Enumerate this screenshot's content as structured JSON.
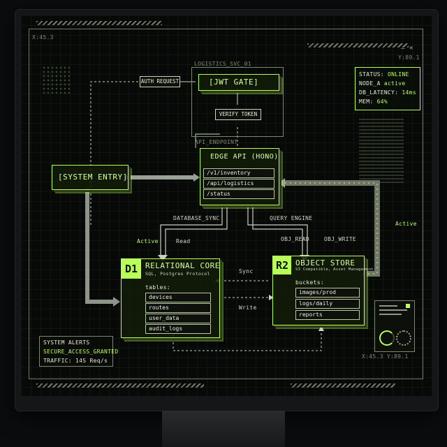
{
  "coords": {
    "top_left": "X:45.3",
    "top_right": "Y:89.1",
    "bottom_right": "X:45.3   Y:89.1"
  },
  "status_panel": {
    "status_label": "STATUS:",
    "status_value": "ONLINE",
    "node_label": "NODE_A",
    "node_value": "active",
    "db_label": "DB_LATENCY:",
    "db_value": "14ms",
    "mem_label": "MEM:",
    "mem_value": "64%"
  },
  "logistics": {
    "label": "LOGISTICS_SVC_01",
    "auth_request": "AUTH REQUEST",
    "jwt_gate": "[JWT GATE]",
    "verify_token": "VERIFY TOKEN"
  },
  "system_entry": "[SYSTEM ENTRY]",
  "edge": {
    "endpoint_label": "API_ENDPOINT",
    "title": "EDGE API (HONO)",
    "routes": [
      "/v1/inventory",
      "/api/logistics",
      "/status"
    ]
  },
  "links": {
    "database_sync": "DATABASE_SYNC",
    "query_engine": "QUERY ENGINE",
    "active_left": "Active",
    "read": "Read",
    "obj_read": "OBJ_READ",
    "obj_write": "OBJ_WRITE",
    "active_right": "Active",
    "sync": "Sync",
    "write": "Write"
  },
  "d1": {
    "badge": "D1",
    "title": "RELATIONAL CORE",
    "subtitle": "SQL, Postgres Protocol",
    "tables_label": "tables:",
    "tables": [
      "devices",
      "routes",
      "user_data",
      "audit_logs"
    ]
  },
  "r2": {
    "badge": "R2",
    "title": "OBJECT STORE",
    "subtitle": "S3 Compatible, Asset Management",
    "buckets_label": "buckets:",
    "buckets": [
      "images/prod",
      "logs/daily",
      "reports"
    ]
  },
  "alerts": {
    "title": "SYSTEM ALERTS",
    "message": "SECURE_ACCESS_GRANTED",
    "traffic": "TRAFFIC: 14S Req/s"
  },
  "colors": {
    "accent": "#b9ff5a",
    "grid": "#5a783c",
    "bg": "#070908"
  }
}
